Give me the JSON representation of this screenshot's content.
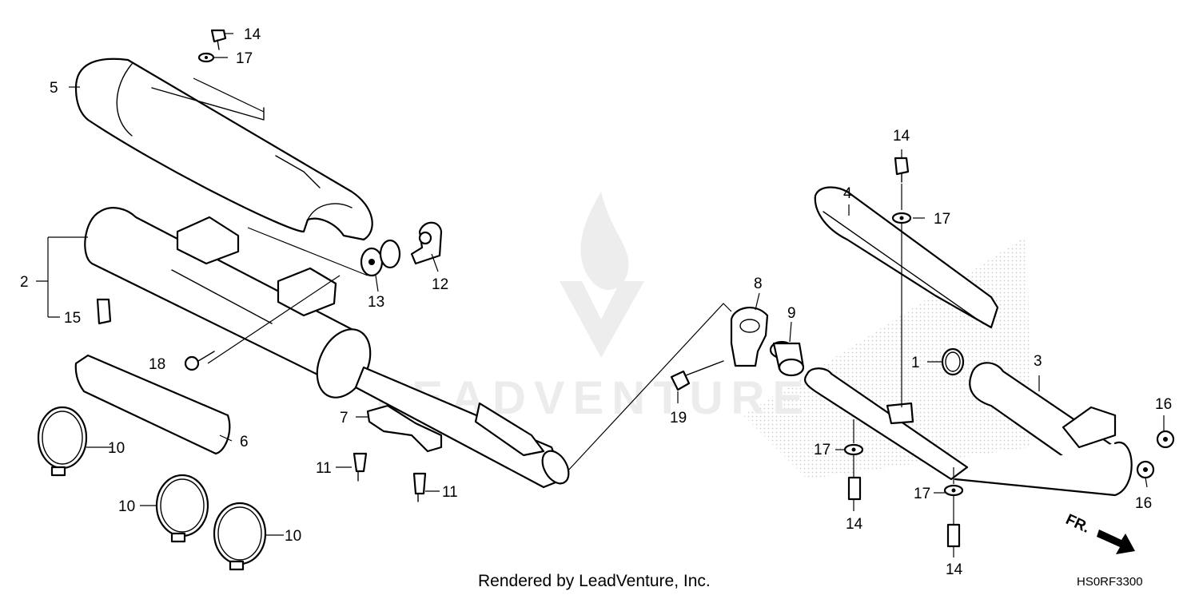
{
  "diagram": {
    "watermark_text": "LEADVENTURE",
    "credit_text": "Rendered by LeadVenture, Inc.",
    "diagram_code": "HS0RF3300",
    "direction_label": "FR.",
    "callouts": {
      "c1": "1",
      "c2": "2",
      "c3": "3",
      "c4": "4",
      "c5": "5",
      "c6": "6",
      "c7": "7",
      "c8": "8",
      "c9": "9",
      "c10a": "10",
      "c10b": "10",
      "c10c": "10",
      "c11a": "11",
      "c11b": "11",
      "c12": "12",
      "c13": "13",
      "c14a": "14",
      "c14b": "14",
      "c14c": "14",
      "c14d": "14",
      "c15": "15",
      "c16a": "16",
      "c16b": "16",
      "c17a": "17",
      "c17b": "17",
      "c17c": "17",
      "c17d": "17",
      "c18": "18",
      "c19": "19"
    }
  }
}
